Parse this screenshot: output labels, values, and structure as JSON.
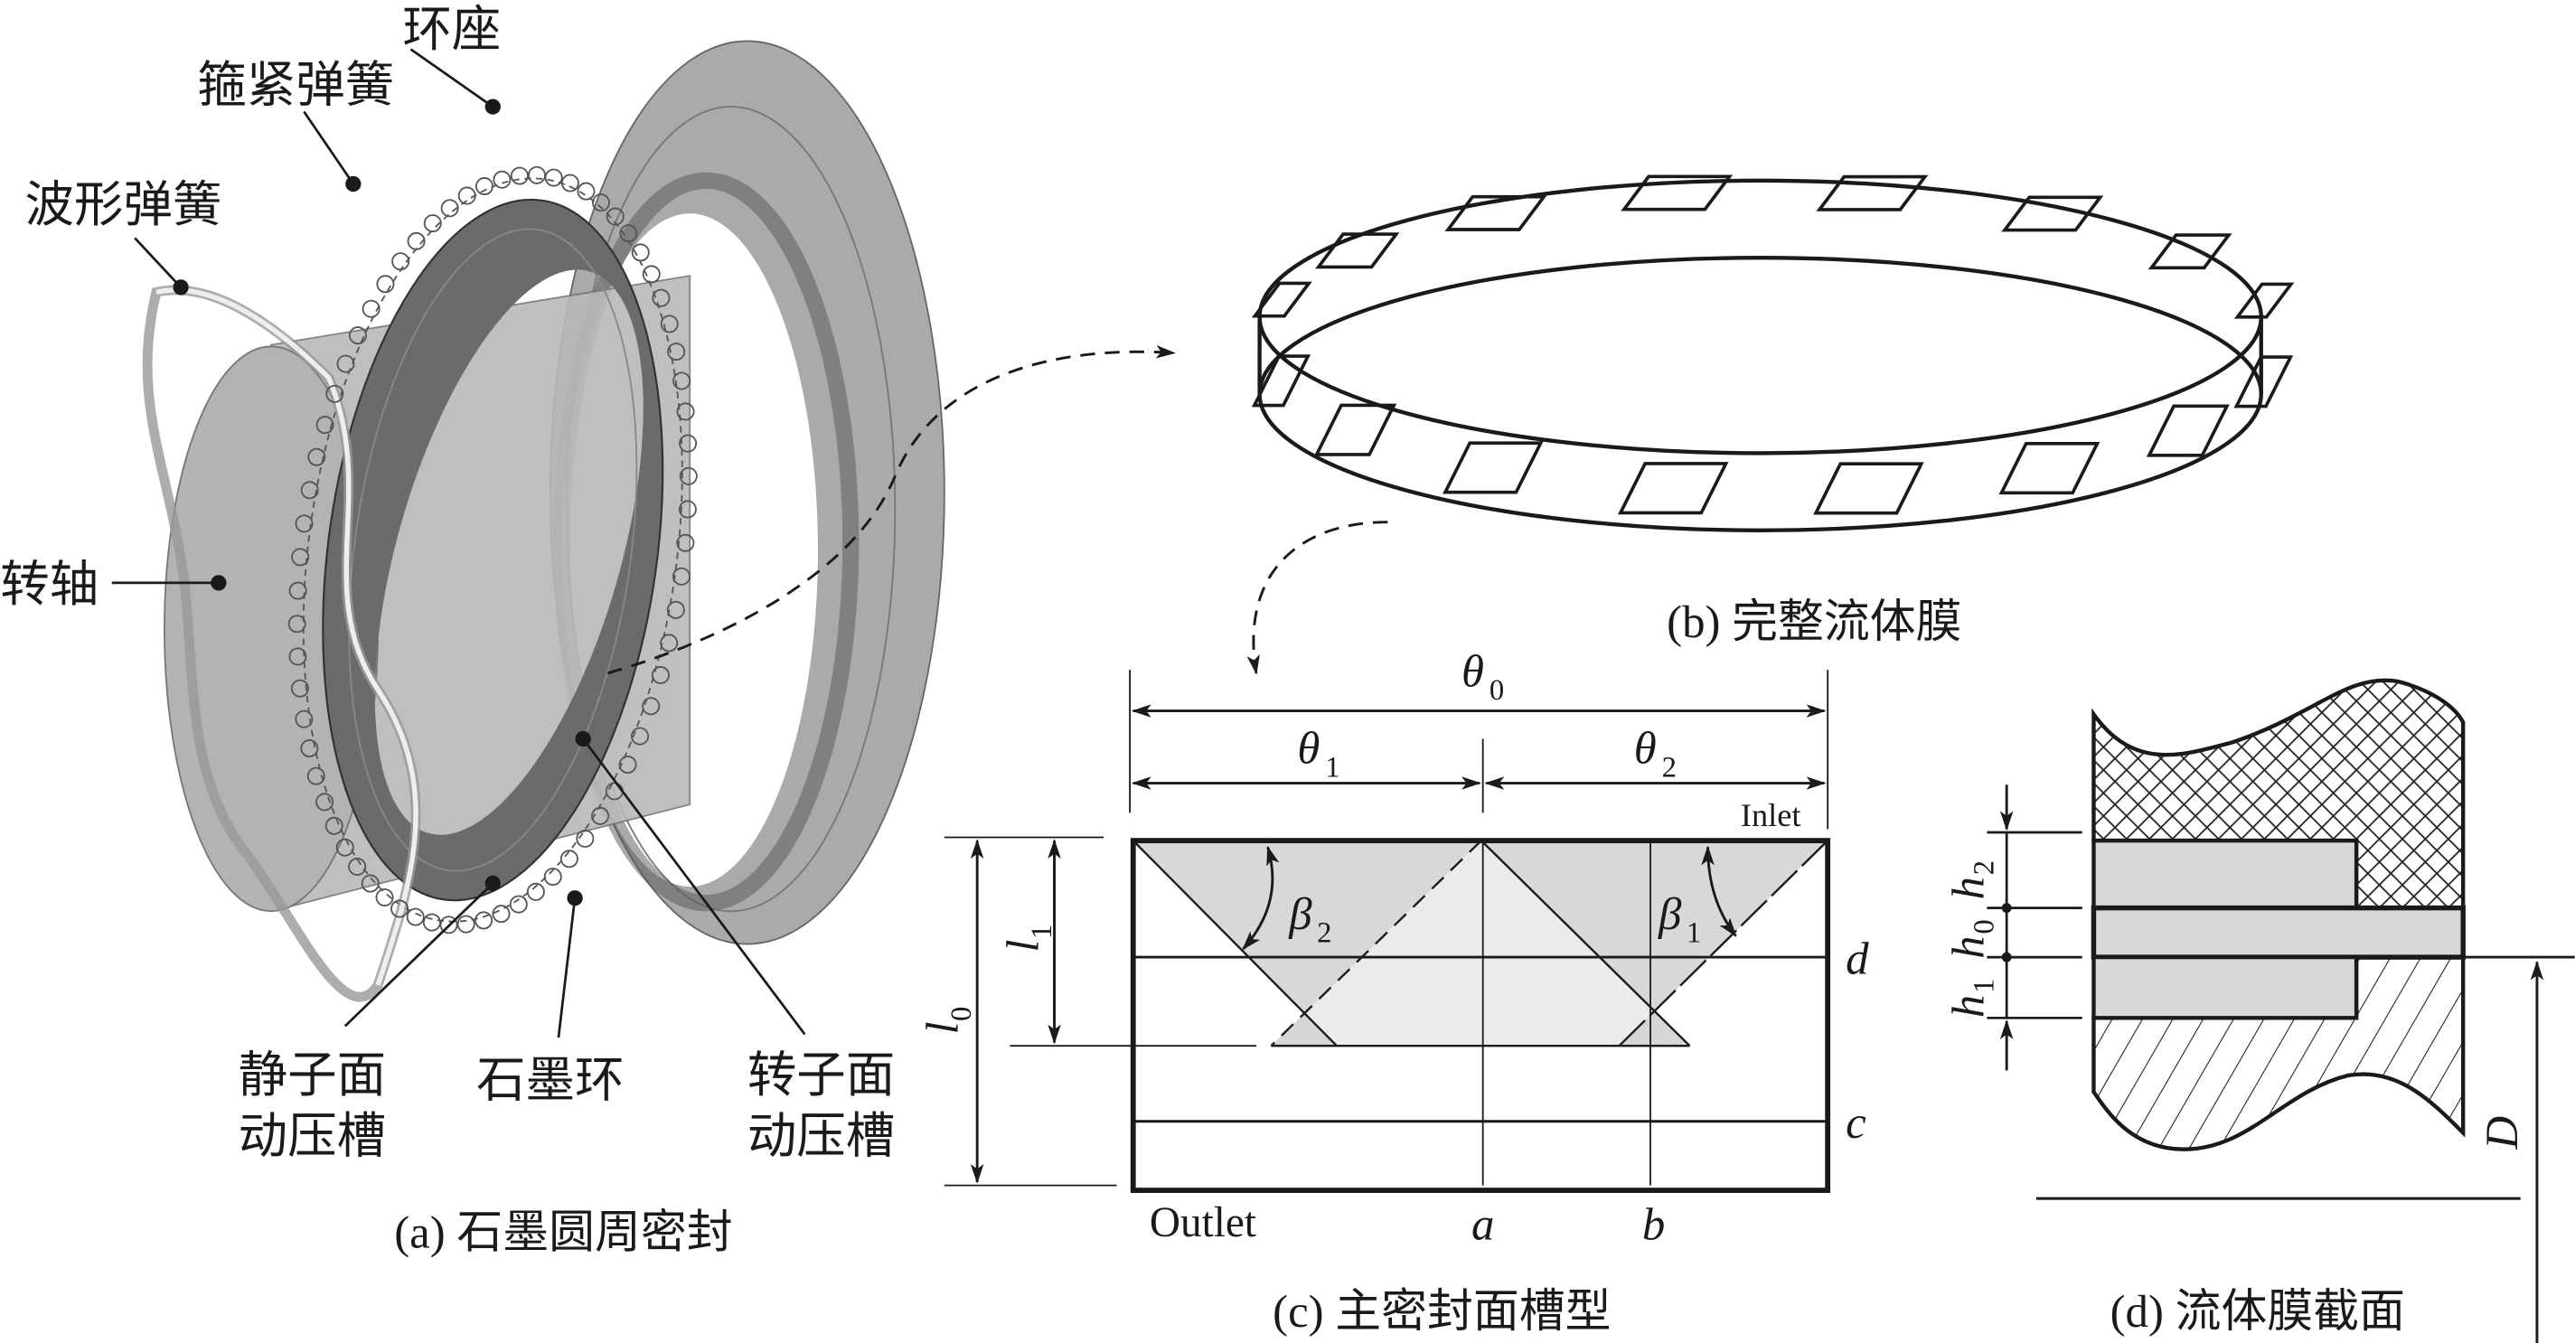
{
  "panel_a": {
    "caption": "(a) 石墨圆周密封",
    "labels": {
      "ring_seat": "环座",
      "garter_spring": "箍紧弹簧",
      "wave_spring": "波形弹簧",
      "shaft": "转轴",
      "stator_groove_1": "静子面",
      "stator_groove_2": "动压槽",
      "graphite_ring": "石墨环",
      "rotor_groove_1": "转子面",
      "rotor_groove_2": "动压槽"
    }
  },
  "panel_b": {
    "caption": "(b) 完整流体膜"
  },
  "panel_c": {
    "caption": "(c) 主密封面槽型",
    "theta0": {
      "symbol": "θ",
      "sub": "0"
    },
    "theta1": {
      "symbol": "θ",
      "sub": "1"
    },
    "theta2": {
      "symbol": "θ",
      "sub": "2"
    },
    "beta1": {
      "symbol": "β",
      "sub": "1"
    },
    "beta2": {
      "symbol": "β",
      "sub": "2"
    },
    "l0": {
      "symbol": "l",
      "sub": "0"
    },
    "l1": {
      "symbol": "l",
      "sub": "1"
    },
    "inlet": "Inlet",
    "outlet": "Outlet",
    "a": "a",
    "b": "b",
    "c": "c",
    "d": "d"
  },
  "panel_d": {
    "caption": "(d) 流体膜截面",
    "h0": {
      "symbol": "h",
      "sub": "0"
    },
    "h1": {
      "symbol": "h",
      "sub": "1"
    },
    "h2": {
      "symbol": "h",
      "sub": "2"
    },
    "D": "D"
  }
}
